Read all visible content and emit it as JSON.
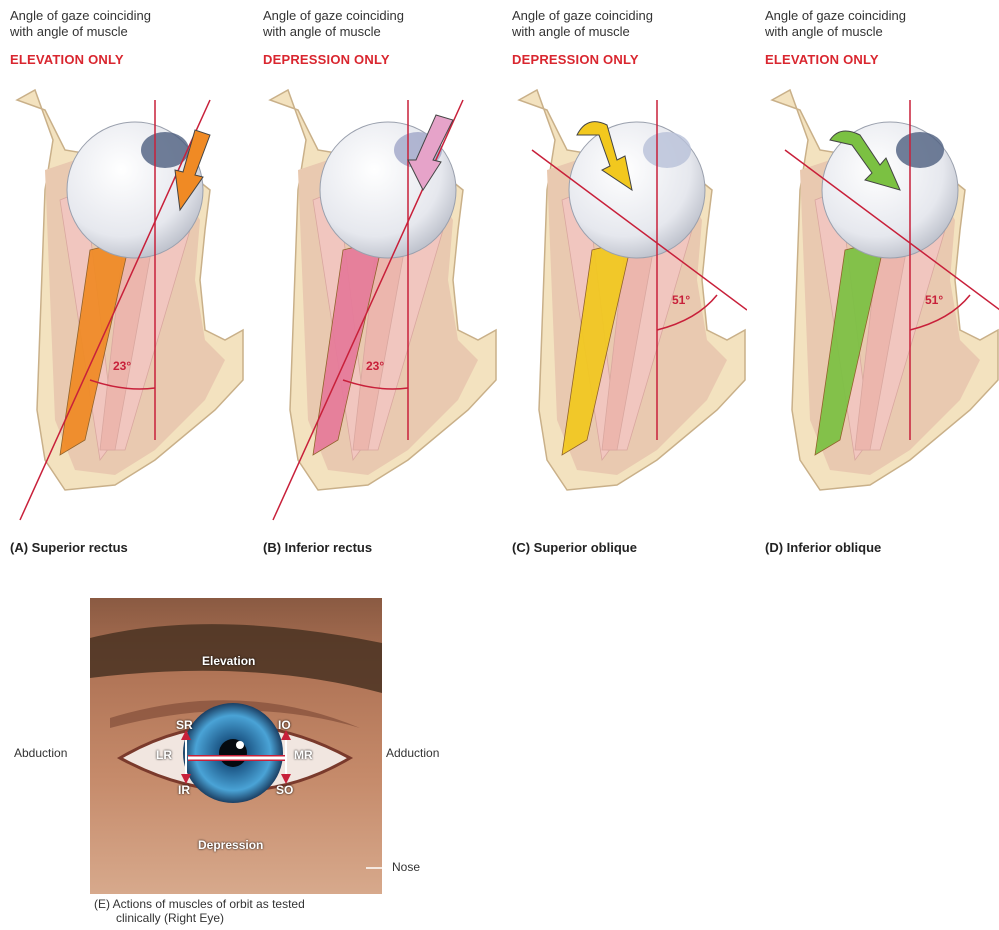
{
  "panels": [
    {
      "header_line1": "Angle of gaze coinciding",
      "header_line2": "with angle of muscle",
      "action": "ELEVATION ONLY",
      "angle": "23°",
      "caption": "(A) Superior rectus",
      "muscle_color": "#f08a24"
    },
    {
      "header_line1": "Angle of gaze coinciding",
      "header_line2": "with angle of muscle",
      "action": "DEPRESSION ONLY",
      "angle": "23°",
      "caption": "(B) Inferior rectus",
      "muscle_color": "#e67a9a"
    },
    {
      "header_line1": "Angle of gaze coinciding",
      "header_line2": "with angle of muscle",
      "action": "DEPRESSION ONLY",
      "angle": "51°",
      "caption": "(C) Superior oblique",
      "muscle_color": "#f2c81e"
    },
    {
      "header_line1": "Angle of gaze coinciding",
      "header_line2": "with angle of muscle",
      "action": "ELEVATION ONLY",
      "angle": "51°",
      "caption": "(D) Inferior oblique",
      "muscle_color": "#7bc142"
    }
  ],
  "photo": {
    "elevation": "Elevation",
    "depression": "Depression",
    "sr": "SR",
    "io": "IO",
    "lr": "LR",
    "mr": "MR",
    "ir": "IR",
    "so": "SO",
    "abduction": "Abduction",
    "adduction": "Adduction",
    "nose": "Nose",
    "caption_line1": "(E) Actions of muscles of orbit as tested",
    "caption_line2": "clinically (Right Eye)"
  },
  "colors": {
    "action_red": "#d9262f",
    "axis_line": "#c8203a",
    "bone": "#f3e2bf",
    "muscle_pink": "#f1c6bf",
    "iris_blue": "#2f7fb8"
  }
}
